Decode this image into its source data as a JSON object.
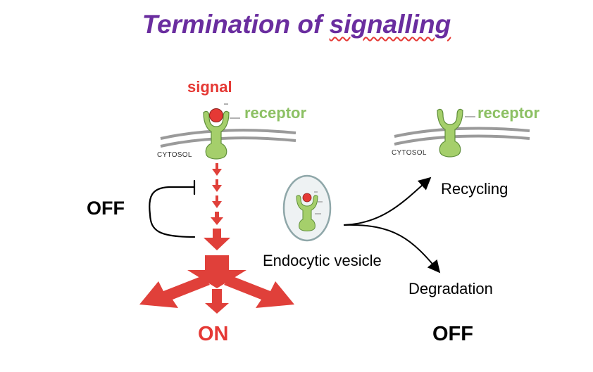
{
  "title": {
    "prefix": "Termination of ",
    "underlined": "signalling"
  },
  "labels": {
    "signal": "signal",
    "receptor_left": "receptor",
    "receptor_right": "receptor",
    "cytosol_left": "CYTOSOL",
    "cytosol_right": "CYTOSOL",
    "off_left": "OFF",
    "endocytic_vesicle": "Endocytic vesicle",
    "recycling": "Recycling",
    "degradation": "Degradation",
    "on": "ON",
    "off_right": "OFF"
  },
  "colors": {
    "title": "#6a2d9f",
    "signal": "#e53935",
    "receptor": "#a5cf6b",
    "receptor_outline": "#5f8f3a",
    "cascade": "#e0403a",
    "membrane": "#9a9a9a",
    "vesicle_border": "#8fa7a9"
  },
  "icons": {
    "inhibition_loop": "inhibition-bracket",
    "cascade_arrows": "signal-cascade-arrows",
    "curved_arrows": "curved-arrow"
  }
}
